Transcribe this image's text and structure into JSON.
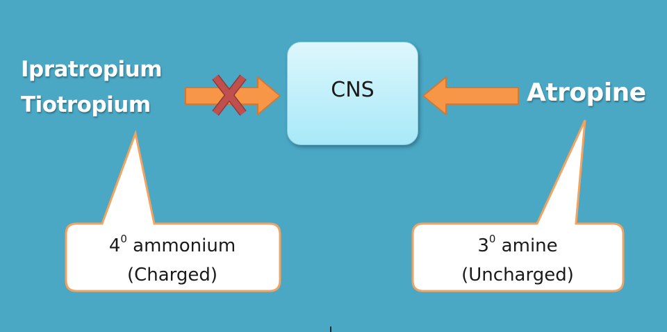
{
  "diagram": {
    "center": {
      "label": "CNS"
    },
    "left_drugs": [
      "Ipratropium",
      "Tiotropium"
    ],
    "right_drug": "Atropine",
    "left_callout": {
      "prefix": "4",
      "superscript": "0",
      "suffix": " ammonium",
      "line2": "(Charged)"
    },
    "right_callout": {
      "prefix": "3",
      "superscript": "0",
      "suffix": " amine",
      "line2": "(Uncharged)"
    },
    "colors": {
      "background": "#4aa8c5",
      "arrow_fill": "#f79646",
      "arrow_stroke": "#cc7a3a",
      "blocked_cross": "#c0504d",
      "cns_box": "#bff0fb",
      "callout_fill": "#ffffff",
      "callout_stroke": "#f3a35f"
    },
    "blocked_arrow": "left",
    "icons": [
      "block-x-icon"
    ]
  }
}
